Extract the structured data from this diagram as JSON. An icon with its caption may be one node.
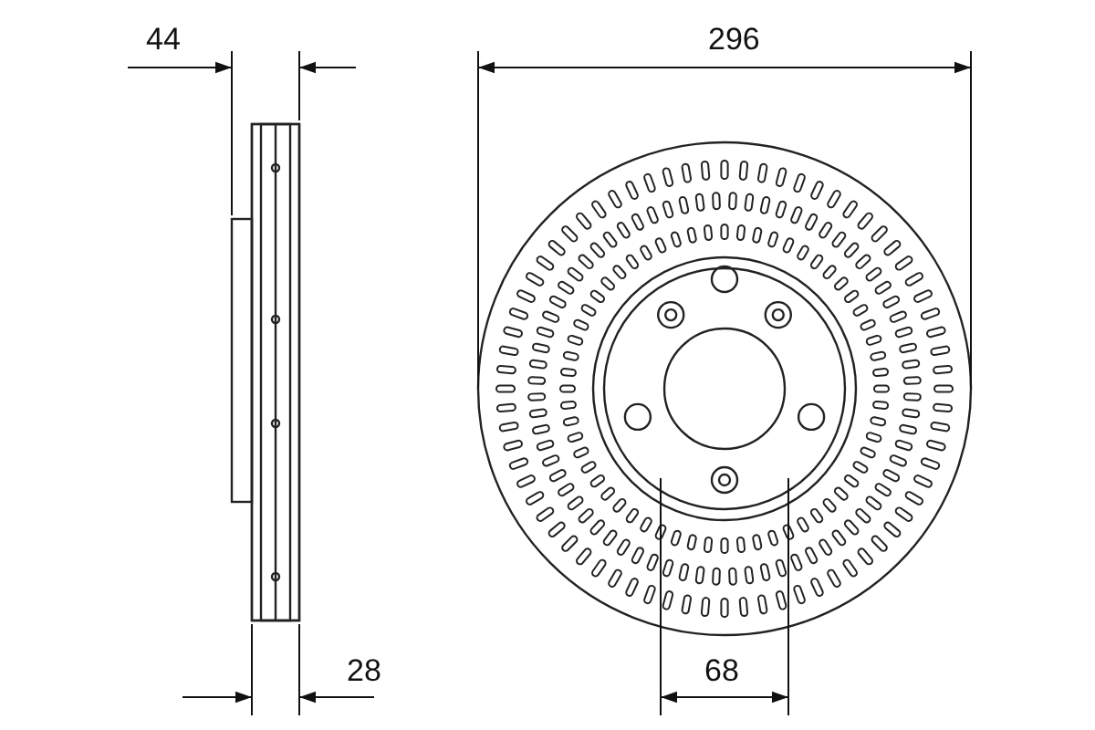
{
  "diagram": {
    "labels": [
      "44",
      "296",
      "28",
      "68"
    ]
  }
}
